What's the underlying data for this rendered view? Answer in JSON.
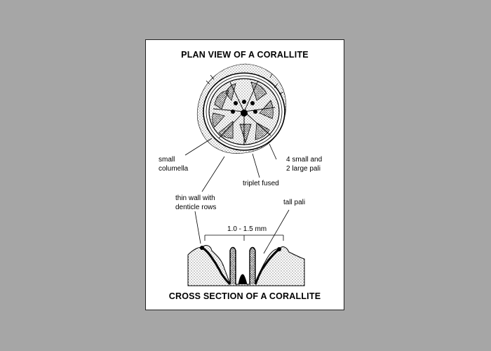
{
  "figure": {
    "plan_title": "PLAN VIEW OF A CORALLITE",
    "section_title": "CROSS SECTION OF A CORALLITE",
    "labels": {
      "small_columella": [
        "small",
        "columella"
      ],
      "pali": [
        "4 small and",
        "2 large pali"
      ],
      "triplet": "triplet fused",
      "wall": [
        "thin wall with",
        "denticle rows"
      ],
      "tall_pali": "tall pali",
      "dimension": "1.0 - 1.5 mm"
    }
  }
}
